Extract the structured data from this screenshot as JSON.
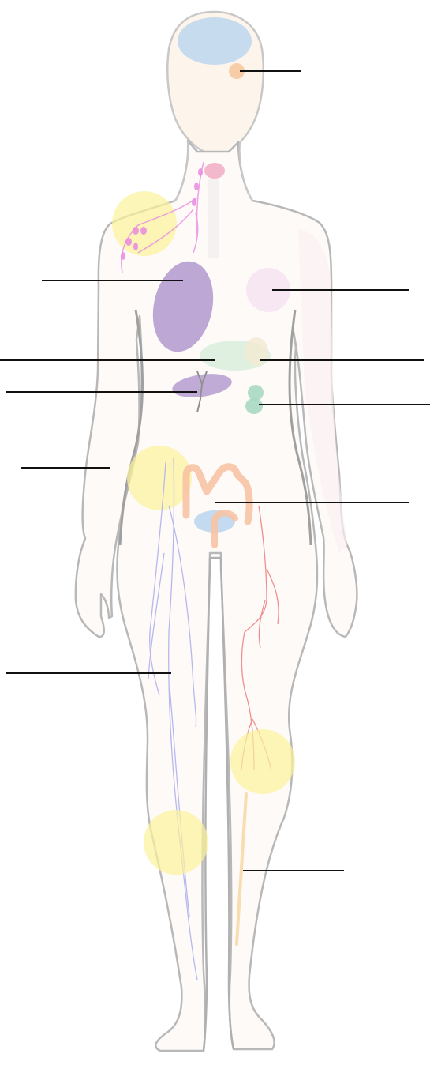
{
  "diagram": {
    "type": "unlabeled anatomical body diagram",
    "label_count": 11,
    "colors": {
      "outline": "#a0a0a0",
      "brain": "#bcd6ee",
      "skin": "#fdf5ec",
      "pituitary": "#f5c9a0",
      "thyroid": "#f0a8c0",
      "lymph": "#e98ae0",
      "lymph_node_zone": "#fbf29a",
      "liver": "#b9a2d2",
      "heart": "#f5e2f0",
      "stomach": "#d9ecdc",
      "gallbladder": "#b9a2d2",
      "kidney": "#a8d8c2",
      "intestine": "#f7c3a3",
      "bladder": "#bcd6ee",
      "vein": "#b7b7ef",
      "artery": "#ee8f8f",
      "nerve": "#f7d9a8",
      "leader_line": "#111111"
    },
    "label_lines": [
      "pituitary",
      "liver",
      "heart",
      "stomach",
      "gallbladder",
      "kidney",
      "arm-lymph",
      "intestine",
      "leg-vein",
      "leg-nerve",
      "pancreas"
    ]
  }
}
